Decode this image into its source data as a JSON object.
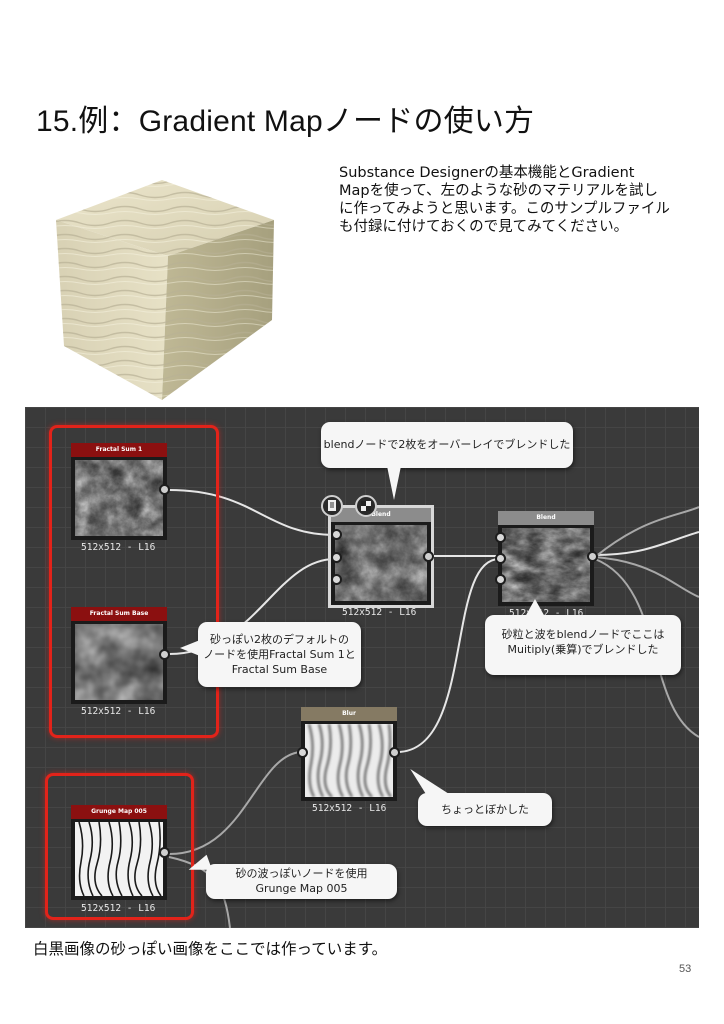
{
  "page": {
    "title": "15.例：Gradient Mapノードの使い方",
    "description_lines": [
      "Substance Designerの基本機能とGradient",
      "Mapを使って、左のような砂のマテリアルを試し",
      "に作ってみようと思います。このサンプルファイル",
      "も付録に付けておくので見てみてください。"
    ],
    "caption": "白黒画像の砂っぽい画像をここでは作っています。",
    "page_number": "53"
  },
  "graph": {
    "nodes": {
      "fractal_sum_1": {
        "title": "Fractal Sum 1",
        "label": "512x512 - L16"
      },
      "fractal_sum_base": {
        "title": "Fractal Sum Base",
        "label": "512x512 - L16"
      },
      "grunge_map_005": {
        "title": "Grunge Map 005",
        "label": "512x512 - L16"
      },
      "blend_overlay": {
        "title": "Blend",
        "label": "512x512 - L16"
      },
      "blend_multiply": {
        "title": "Blend",
        "label": "512x512 - L16"
      },
      "blur": {
        "title": "Blur",
        "label": "512x512 - L16"
      }
    },
    "callouts": {
      "overlay": [
        "blendノードで2枚をオーバーレイでブレンドした"
      ],
      "multiply": [
        "砂粒と波をblendノードでここは",
        "Muitiply(乗算)でブレンドした"
      ],
      "fractal": [
        "砂っぽい2枚のデフォルトの",
        "ノードを使用Fractal Sum 1と",
        "Fractal Sum Base"
      ],
      "blur": [
        "ちょっとぼかした"
      ],
      "grunge": [
        "砂の波っぽいノードを使用",
        "Grunge Map 005"
      ]
    },
    "colors": {
      "canvas": "#3a3a3a",
      "highlight_box": "#e2231a",
      "generator_header": "#8b1010",
      "blend_header": "#8c8c8c",
      "blur_header": "#857a63"
    }
  }
}
